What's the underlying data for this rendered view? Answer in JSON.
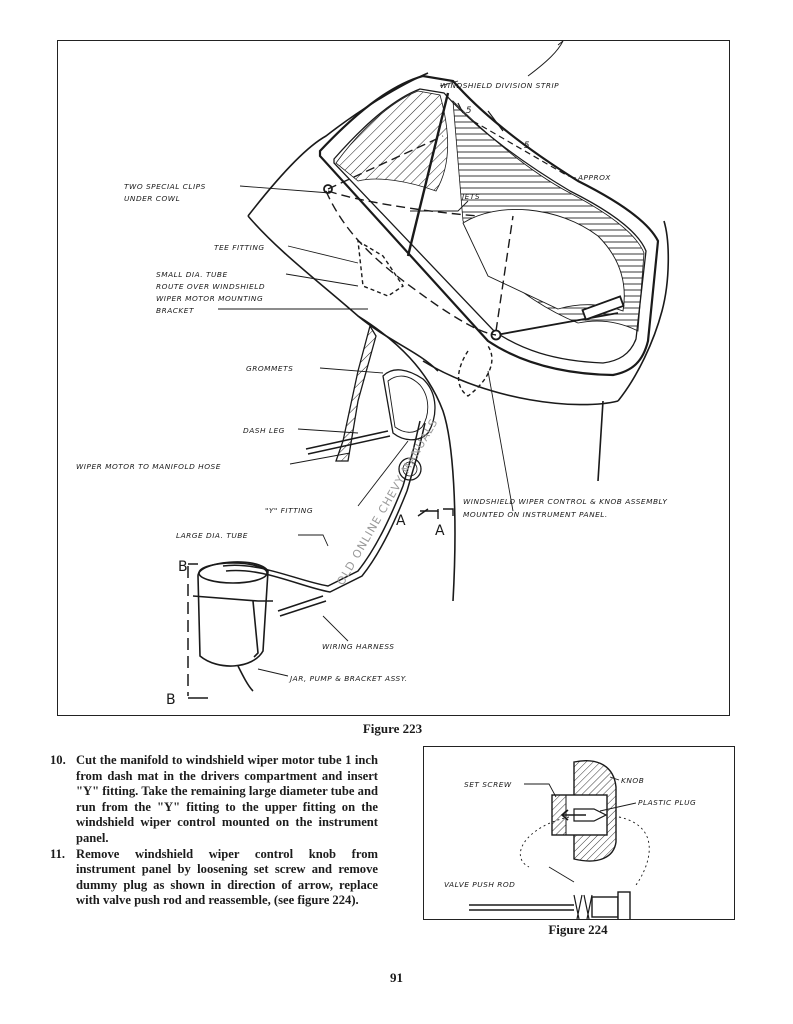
{
  "figure_223": {
    "caption": "Figure 223",
    "labels": {
      "windshield_division_strip": "WINDSHIELD DIVISION STRIP",
      "dim_5_upper": "5",
      "dim_5_lower": "5",
      "approx": "APPROX",
      "two_special_clips_1": "TWO SPECIAL CLIPS",
      "two_special_clips_2": "UNDER COWL",
      "jets": "JETS",
      "tee_fitting": "TEE FITTING",
      "small_tube_1": "SMALL DIA. TUBE",
      "small_tube_2": "ROUTE OVER WINDSHIELD",
      "small_tube_3": "WIPER MOTOR MOUNTING",
      "small_tube_4": "BRACKET",
      "grommets": "GROMMETS",
      "dash_leg": "DASH LEG",
      "wiper_motor_hose": "WIPER MOTOR TO MANIFOLD HOSE",
      "y_fitting": "\"Y\" FITTING",
      "control_knob_1": "WINDSHIELD WIPER CONTROL & KNOB ASSEMBLY",
      "control_knob_2": "MOUNTED ON INSTRUMENT PANEL.",
      "large_tube": "LARGE DIA. TUBE",
      "wiring_harness": "WIRING HARNESS",
      "jar_pump": "JAR, PUMP & BRACKET ASSY.",
      "section_a_left": "A",
      "section_a_right": "A",
      "section_b_top": "B",
      "section_b_bottom": "B",
      "watermark": "OLD ONLINE CHEVY MANUALS"
    }
  },
  "figure_224": {
    "caption": "Figure 224",
    "labels": {
      "set_screw": "SET SCREW",
      "knob": "KNOB",
      "plastic_plug": "PLASTIC PLUG",
      "valve_push_rod": "VALVE PUSH ROD"
    }
  },
  "instructions": [
    {
      "num": "10.",
      "text": "Cut the manifold to windshield wiper motor tube 1 inch from dash mat in the drivers compartment and insert \"Y\" fitting. Take the remaining large diameter tube and run from the \"Y\" fitting to the upper fitting on the windshield wiper control mounted on the instrument panel."
    },
    {
      "num": "11.",
      "text": "Remove windshield wiper control knob from instrument panel by loosening set screw and remove dummy plug as shown in direction of arrow, replace with valve push rod and reassemble, (see figure 224)."
    }
  ],
  "page_number": "91"
}
